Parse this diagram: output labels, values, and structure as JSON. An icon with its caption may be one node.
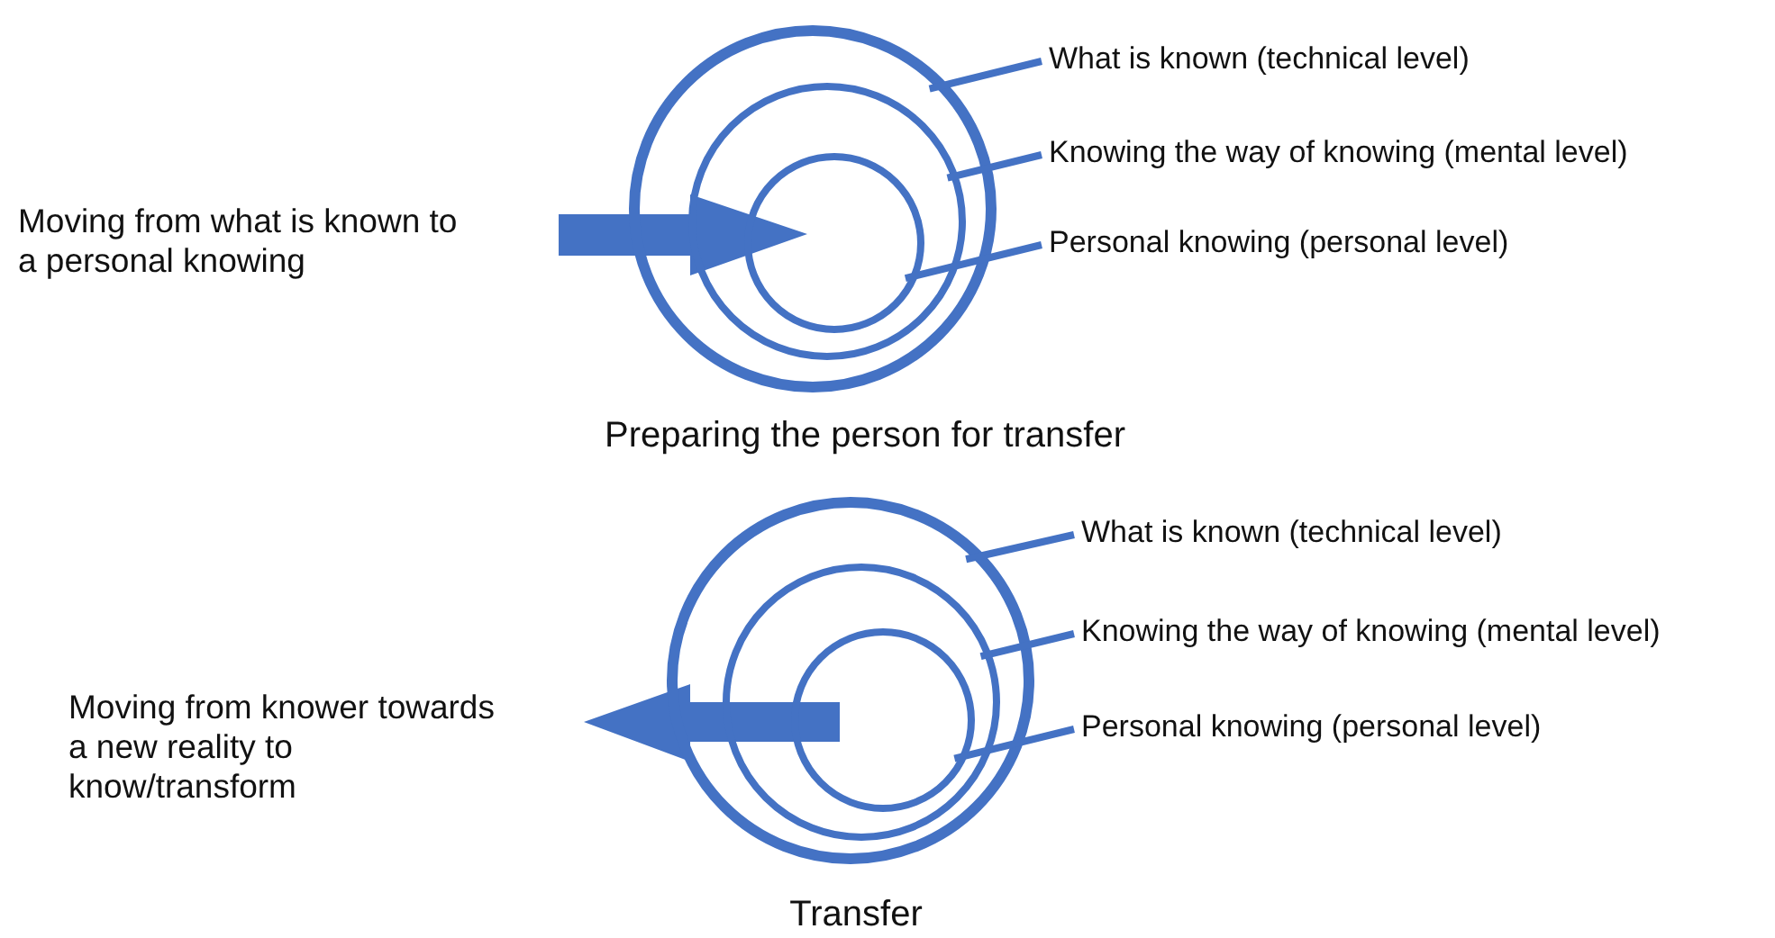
{
  "diagram": {
    "nodes": [
      {
        "text": [],
        "shape": "circle"
      },
      {
        "text": [],
        "shape": "circle",
        "in": 0
      },
      {
        "text": [],
        "shape": "circle",
        "in": 1
      },
      {
        "text": [
          "What is known (technical level)"
        ]
      },
      {
        "text": [
          "Knowing the way of knowing (mental level)"
        ]
      },
      {
        "text": [
          "Personal knowing (personal level)"
        ]
      },
      {
        "text": [],
        "shape": "circle"
      },
      {
        "text": [],
        "shape": "circle",
        "in": 6
      },
      {
        "text": [],
        "shape": "circle",
        "in": 7
      },
      {
        "text": [
          "What is known (technical level)"
        ]
      },
      {
        "text": [
          "Knowing the way of knowing (mental level)"
        ]
      },
      {
        "text": [
          "Personal knowing (personal level)"
        ]
      }
    ],
    "edges": [
      {
        "from": 3,
        "to": 0,
        "arrow": "none"
      },
      {
        "from": 4,
        "to": 1,
        "arrow": "none"
      },
      {
        "from": 5,
        "to": 2,
        "arrow": "none"
      },
      {
        "from": 9,
        "to": 6,
        "arrow": "none"
      },
      {
        "from": 10,
        "to": 7,
        "arrow": "none"
      },
      {
        "from": 11,
        "to": 8,
        "arrow": "none"
      }
    ],
    "labels": [
      "Moving from what is known to a personal knowing",
      "Preparing the person for transfer",
      "Moving from knower towards a new reality to know/transform",
      "Transfer"
    ]
  }
}
